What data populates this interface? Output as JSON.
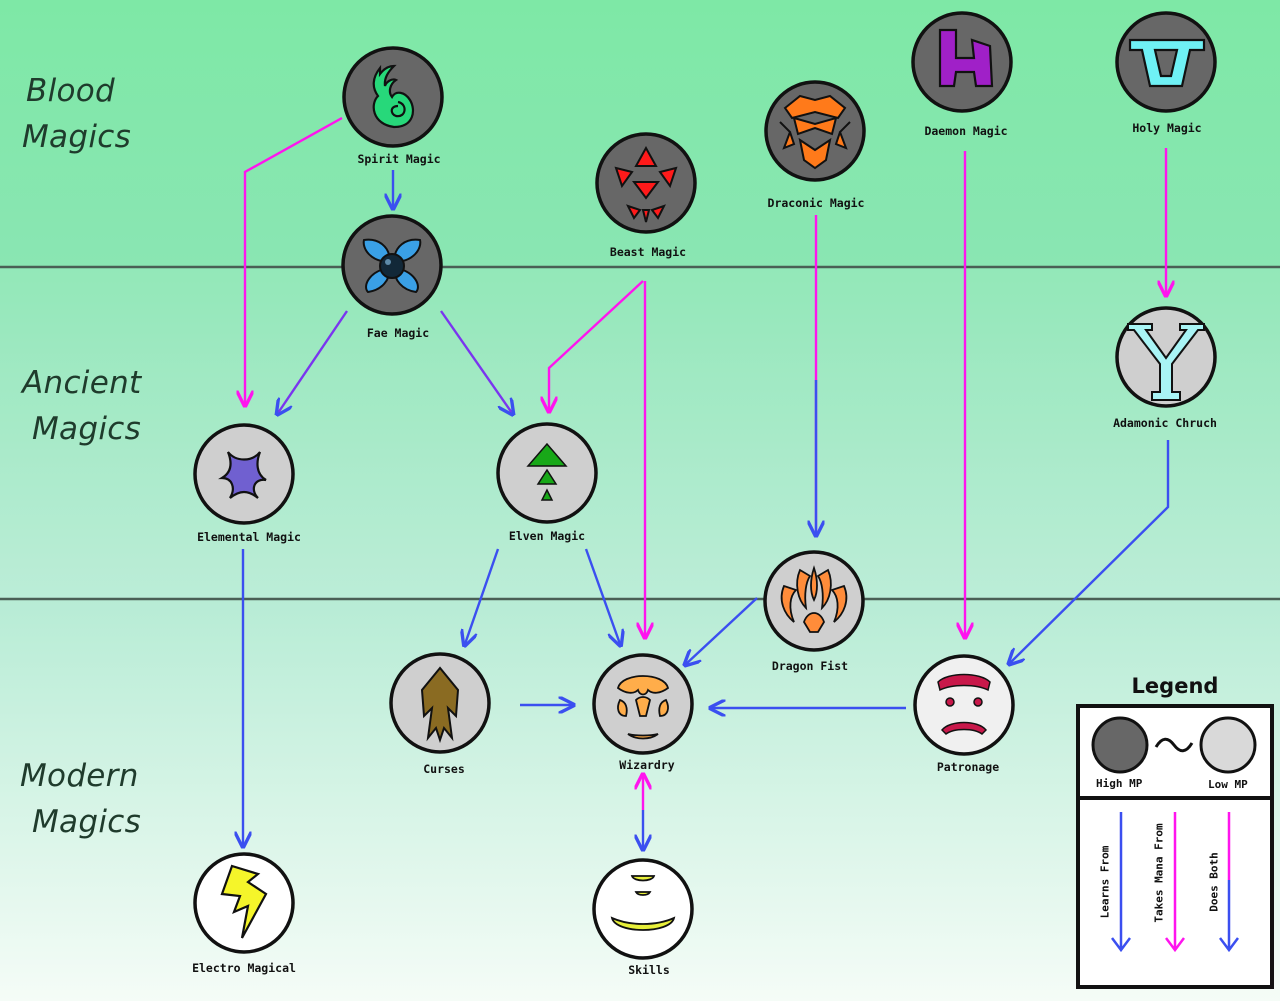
{
  "tiers": [
    {
      "id": "blood",
      "line1": "Blood",
      "line2": "Magics"
    },
    {
      "id": "ancient",
      "line1": "Ancient",
      "line2": "Magics"
    },
    {
      "id": "modern",
      "line1": "Modern",
      "line2": "Magics"
    }
  ],
  "nodes": [
    {
      "id": "spirit",
      "label": "Spirit Magic",
      "mp": "high",
      "icon": "spirit-flame-icon"
    },
    {
      "id": "fae",
      "label": "Fae Magic",
      "mp": "high",
      "icon": "fae-flower-icon"
    },
    {
      "id": "beast",
      "label": "Beast Magic",
      "mp": "high",
      "icon": "beast-claws-icon"
    },
    {
      "id": "draconic",
      "label": "Draconic Magic",
      "mp": "high",
      "icon": "dragon-face-icon"
    },
    {
      "id": "daemon",
      "label": "Daemon Magic",
      "mp": "high",
      "icon": "daemon-rune-icon"
    },
    {
      "id": "holy",
      "label": "Holy Magic",
      "mp": "high",
      "icon": "holy-u-rune-icon"
    },
    {
      "id": "adamonic",
      "label": "Adamonic Chruch",
      "mp": "low",
      "icon": "adamonic-y-rune-icon"
    },
    {
      "id": "elemental",
      "label": "Elemental Magic",
      "mp": "low",
      "icon": "elemental-star-icon"
    },
    {
      "id": "elven",
      "label": "Elven Magic",
      "mp": "low",
      "icon": "elven-tree-icon"
    },
    {
      "id": "dragonfist",
      "label": "Dragon Fist",
      "mp": "low",
      "icon": "dragon-fist-icon"
    },
    {
      "id": "curses",
      "label": "Curses",
      "mp": "low",
      "icon": "curses-spirit-icon"
    },
    {
      "id": "wizardry",
      "label": "Wizardry",
      "mp": "low",
      "icon": "wizardry-face-icon"
    },
    {
      "id": "patronage",
      "label": "Patronage",
      "mp": "low",
      "icon": "patronage-face-icon"
    },
    {
      "id": "electro",
      "label": "Electro Magical",
      "mp": "none",
      "icon": "lightning-bolt-icon"
    },
    {
      "id": "skills",
      "label": "Skills",
      "mp": "none",
      "icon": "skills-bowl-icon"
    }
  ],
  "edges": [
    {
      "from": "spirit",
      "to": "fae",
      "type": "learns"
    },
    {
      "from": "spirit",
      "to": "elemental",
      "type": "takes_mana"
    },
    {
      "from": "fae",
      "to": "elemental",
      "type": "both"
    },
    {
      "from": "fae",
      "to": "elven",
      "type": "both"
    },
    {
      "from": "beast",
      "to": "elven",
      "type": "takes_mana"
    },
    {
      "from": "beast",
      "to": "wizardry",
      "type": "takes_mana"
    },
    {
      "from": "draconic",
      "to": "dragonfist",
      "type": "both"
    },
    {
      "from": "daemon",
      "to": "patronage",
      "type": "takes_mana"
    },
    {
      "from": "holy",
      "to": "adamonic",
      "type": "takes_mana"
    },
    {
      "from": "adamonic",
      "to": "patronage",
      "type": "learns"
    },
    {
      "from": "elemental",
      "to": "electro",
      "type": "learns"
    },
    {
      "from": "elven",
      "to": "curses",
      "type": "learns"
    },
    {
      "from": "elven",
      "to": "wizardry",
      "type": "learns"
    },
    {
      "from": "dragonfist",
      "to": "wizardry",
      "type": "learns"
    },
    {
      "from": "curses",
      "to": "wizardry",
      "type": "learns"
    },
    {
      "from": "patronage",
      "to": "wizardry",
      "type": "learns"
    },
    {
      "from": "wizardry",
      "to": "skills",
      "type": "both_bidirectional"
    }
  ],
  "legend": {
    "title": "Legend",
    "high_mp": "High MP",
    "low_mp": "Low MP",
    "learns_from": "Learns From",
    "takes_mana_from": "Takes Mana From",
    "does_both": "Does Both"
  },
  "colors": {
    "learns": "#3b4ff0",
    "takes_mana": "#ff14ee",
    "high_mp_fill": "#676767",
    "low_mp_fill": "#cfcfcf",
    "none_fill": "#ffffff",
    "band_blood": "#7fe8a8",
    "band_ancient": "#a8e6c8",
    "band_modern": "#e4f9ec"
  }
}
